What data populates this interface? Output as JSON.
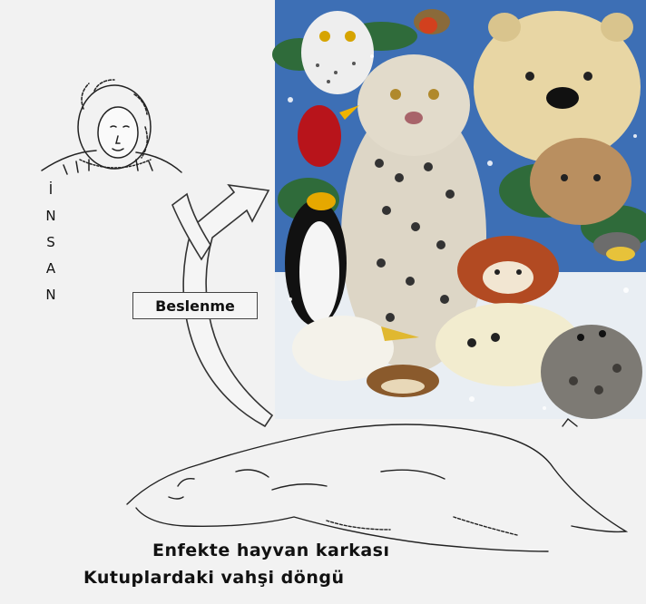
{
  "diagram": {
    "vertical_label": [
      "İ",
      "N",
      "S",
      "A",
      "N"
    ],
    "arrow_label": "Beslenme",
    "caption_line1": "Enfekte hayvan karkası",
    "caption_line2": "Kutuplardaki vahşi döngü"
  },
  "colors": {
    "background": "#f2f2f2",
    "ink": "#222222",
    "snow": "#e9eef3",
    "pine": "#2f6b3a",
    "sky": "#3d6fb5"
  },
  "icons": {
    "human": "eskimo-person-icon",
    "animals": "arctic-animals-illustration",
    "carcass": "polar-bear-carcass-sketch",
    "arrow": "curved-cycle-arrow"
  }
}
